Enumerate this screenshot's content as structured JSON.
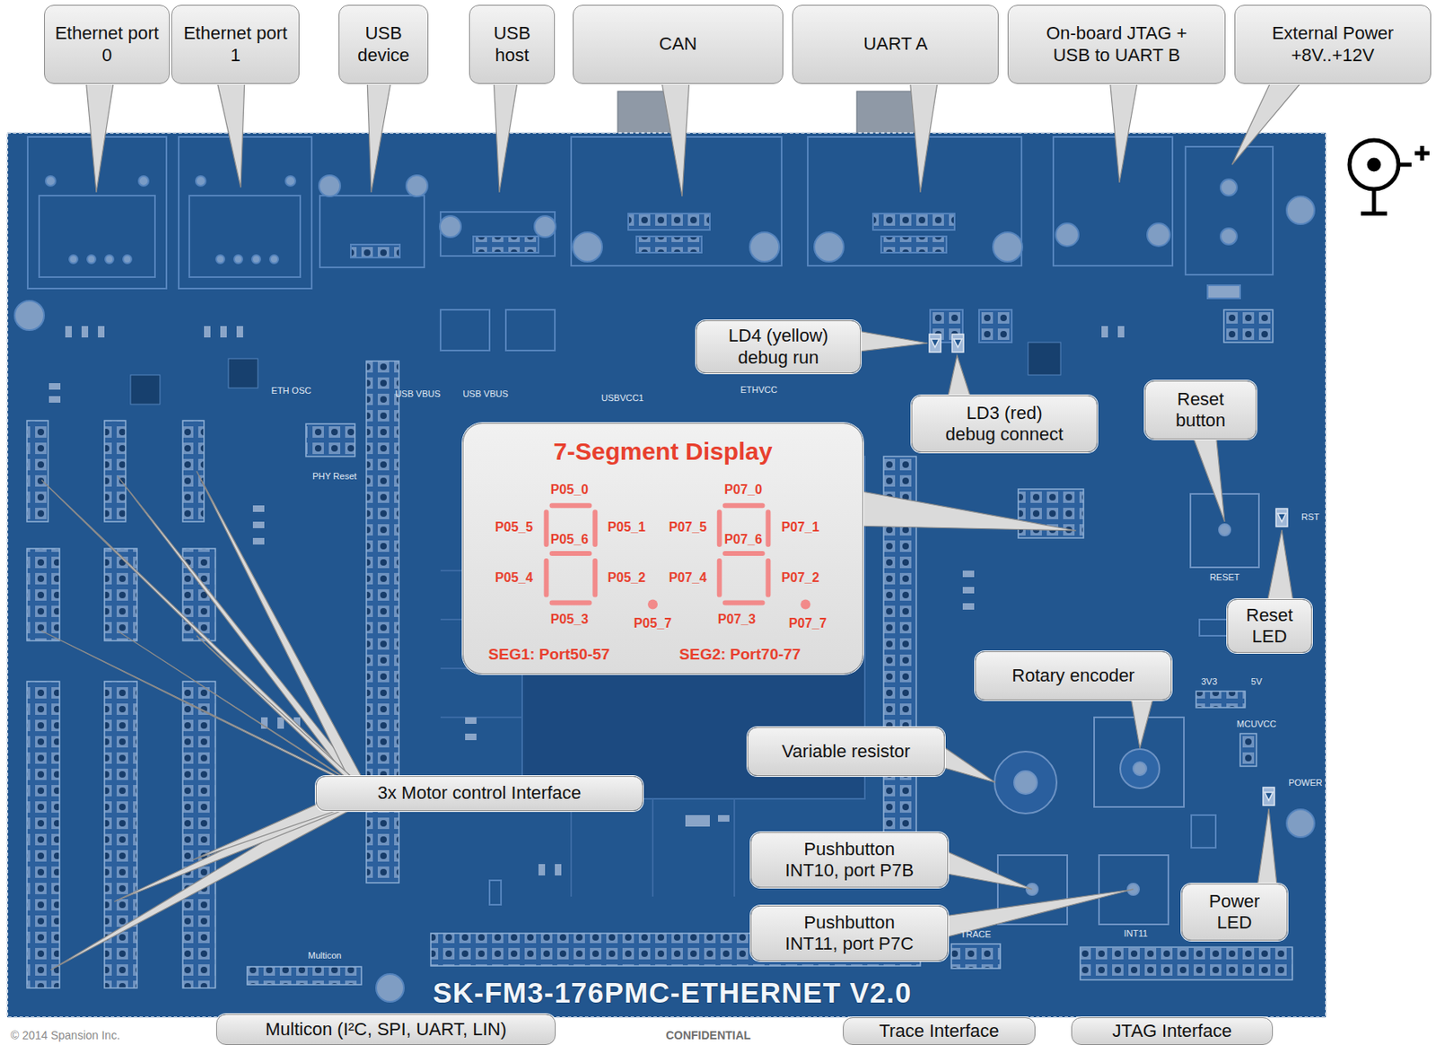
{
  "diagram": {
    "nodes": [
      {
        "text": [
          "Ethernet port 0"
        ]
      },
      {
        "text": [
          "Ethernet port 1"
        ]
      },
      {
        "text": [
          "USB device"
        ]
      },
      {
        "text": [
          "USB host"
        ]
      },
      {
        "text": [
          "CAN"
        ]
      },
      {
        "text": [
          "UART A"
        ]
      },
      {
        "text": [
          "On-board JTAG + USB to UART B"
        ]
      },
      {
        "text": [
          "External Power +8V..+12V"
        ]
      },
      {
        "text": [
          "LD4 (yellow) debug run"
        ]
      },
      {
        "text": [
          "LD3 (red) debug connect"
        ]
      },
      {
        "text": [
          "Reset button"
        ]
      },
      {
        "text": [
          "7-Segment Display"
        ]
      },
      {
        "text": [
          "Reset LED"
        ]
      },
      {
        "text": [
          "Rotary encoder"
        ]
      },
      {
        "text": [
          "Variable resistor"
        ]
      },
      {
        "text": [
          "3x Motor control Interface"
        ]
      },
      {
        "text": [
          "Pushbutton INT10, port P7B"
        ]
      },
      {
        "text": [
          "Power LED"
        ]
      },
      {
        "text": [
          "Pushbutton INT11, port P7C"
        ]
      },
      {
        "text": [
          "Multicon (I²C, SPI, UART, LIN)"
        ]
      },
      {
        "text": [
          "Trace Interface"
        ]
      },
      {
        "text": [
          "JTAG Interface"
        ]
      }
    ],
    "labels": [
      "P05_0",
      "P05_5",
      "P05_1",
      "P05_6",
      "P05_4",
      "P05_2",
      "P05_3",
      "P05_7",
      "P07_0",
      "P07_5",
      "P07_1",
      "P07_6",
      "P07_4",
      "P07_2",
      "P07_3",
      "P07_7",
      "SEG1: Port50-57",
      "SEG2: Port70-77",
      "SK-FM3-176PMC-ETHERNET V2.0",
      "© 2014 Spansion Inc.",
      "CONFIDENTIAL",
      "RESET",
      "RST",
      "3V3",
      "5V",
      "MCUVCC",
      "POWER",
      "INT11",
      "TRACE",
      "Multicon",
      "PHY Reset",
      "ETH OSC",
      "USB VBUS",
      "USB VBUS",
      "ETHVCC",
      "USBVCC1"
    ]
  }
}
